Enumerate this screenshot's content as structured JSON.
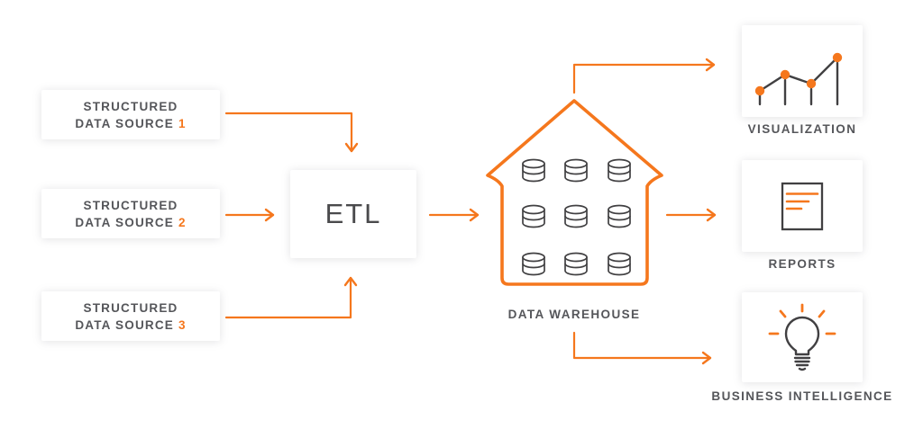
{
  "colors": {
    "accent_orange": "#f5771d",
    "text_gray": "#55565a",
    "icon_stroke_gray": "#414042",
    "card_background": "#ffffff"
  },
  "sources": [
    {
      "line1": "STRUCTURED",
      "line2": "DATA SOURCE",
      "number": "1"
    },
    {
      "line1": "STRUCTURED",
      "line2": "DATA SOURCE",
      "number": "2"
    },
    {
      "line1": "STRUCTURED",
      "line2": "DATA SOURCE",
      "number": "3"
    }
  ],
  "etl": {
    "label": "ETL"
  },
  "warehouse": {
    "label": "DATA WAREHOUSE",
    "icon": "warehouse-house-icon",
    "database_grid": "3x3",
    "database_icon": "database-cylinder-icon"
  },
  "outputs": [
    {
      "label": "VISUALIZATION",
      "icon": "line-chart-icon"
    },
    {
      "label": "REPORTS",
      "icon": "report-document-icon"
    },
    {
      "label": "BUSINESS INTELLIGENCE",
      "icon": "lightbulb-icon"
    }
  ]
}
